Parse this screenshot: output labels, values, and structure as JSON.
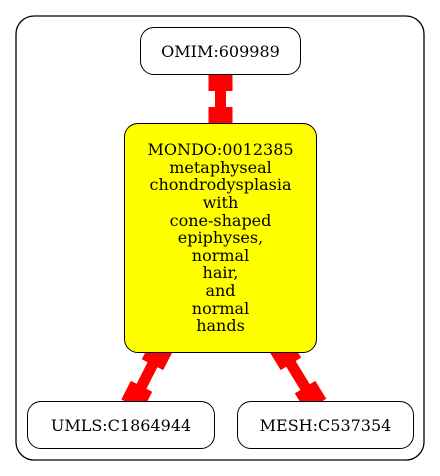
{
  "graph": {
    "nodes": {
      "omim": {
        "label": "OMIM:609989"
      },
      "mondo": {
        "id": "MONDO:0012385",
        "lines": [
          "metaphyseal",
          "chondrodysplasia",
          "with",
          "cone-shaped",
          "epiphyses,",
          "normal",
          "hair,",
          "and",
          "normal",
          "hands"
        ],
        "fill": "#ffff00"
      },
      "umls": {
        "label": "UMLS:C1864944"
      },
      "mesh": {
        "label": "MESH:C537354"
      }
    },
    "edge_color": "#ff0000"
  }
}
